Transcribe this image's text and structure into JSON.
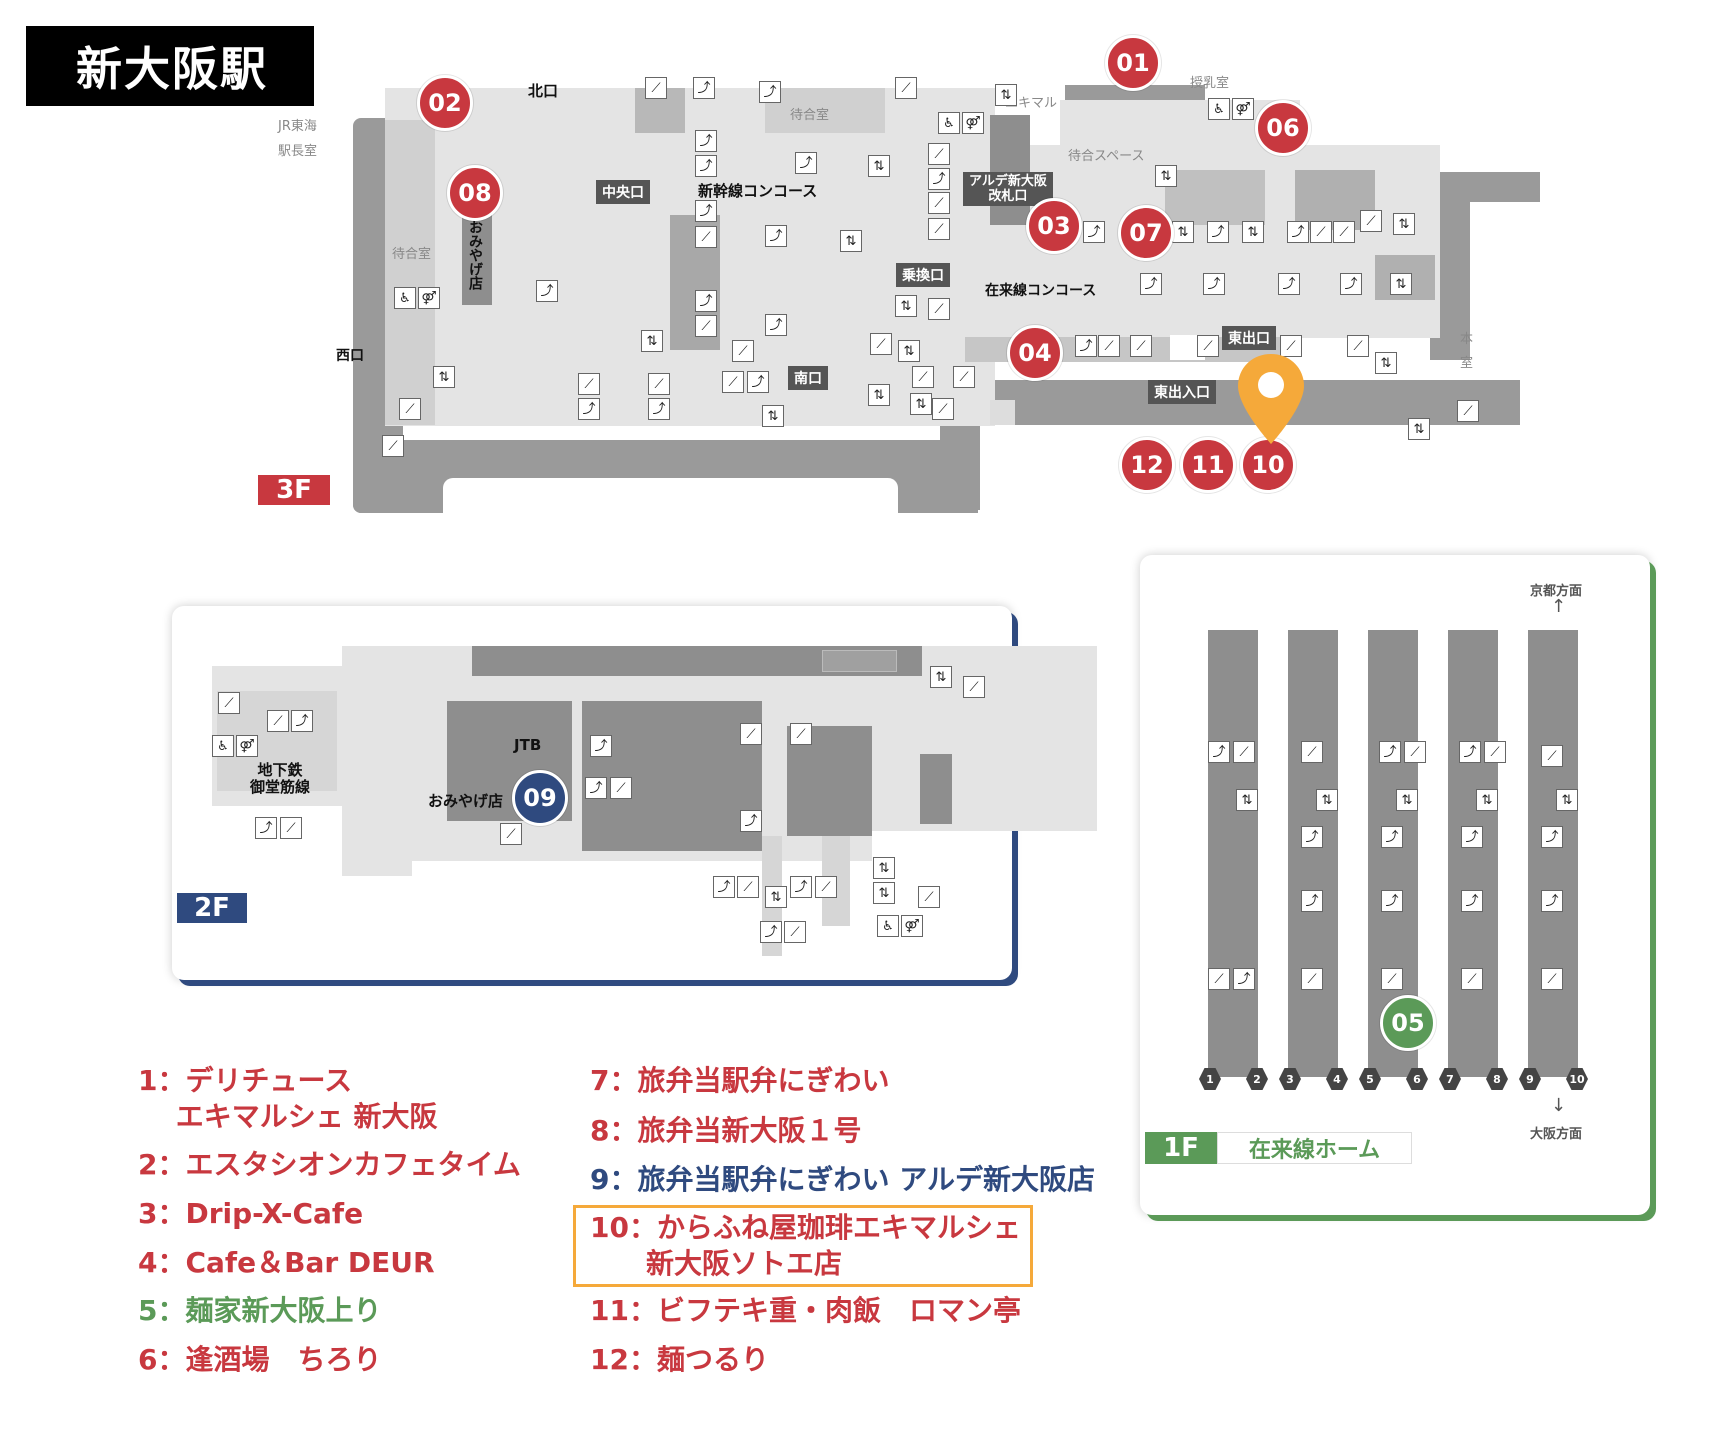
{
  "title": "新大阪駅",
  "floors": {
    "f3": {
      "tag": "3F",
      "labels": {
        "north_exit": "北口",
        "jr_tokai": "JR東海",
        "station_master": "駅長室",
        "west_exit": "西口",
        "waiting_room_left": "待合室",
        "waiting_room_top": "待合室",
        "central_exit": "中央口",
        "shinkansen_concourse": "新幹線コンコース",
        "south_exit": "南口",
        "transfer_gate": "乗換口",
        "arde_gate": "アルデ新大阪\n改札口",
        "ekimaru": "エキマル",
        "nursing_room": "授乳室",
        "waiting_space": "待合スペース",
        "zairai_concourse": "在来線コンコース",
        "east_exit": "東出口",
        "east_entrance": "東出入口",
        "omiyage_vertical": "おみやげ店",
        "right_edge_1": "本",
        "right_edge_2": "室"
      },
      "markers": [
        "01",
        "02",
        "03",
        "04",
        "06",
        "07",
        "08",
        "10",
        "11",
        "12"
      ]
    },
    "f2": {
      "tag": "2F",
      "labels": {
        "subway": "地下鉄\n御堂筋線",
        "jtb": "JTB",
        "omiyage": "おみやげ店"
      },
      "markers": [
        "09"
      ]
    },
    "f1": {
      "tag": "1F",
      "name": "在来線ホーム",
      "to_kyoto": "京都方面",
      "to_osaka": "大阪方面",
      "platforms": [
        "1",
        "2",
        "3",
        "4",
        "5",
        "6",
        "7",
        "8",
        "9",
        "10"
      ],
      "markers": [
        "05"
      ]
    }
  },
  "legend": [
    {
      "text": "1：デリチュース",
      "color": "red"
    },
    {
      "text": "　 エキマルシェ 新大阪",
      "color": "red"
    },
    {
      "text": "2：エスタシオンカフェタイム",
      "color": "red"
    },
    {
      "text": "3：Drip-X-Cafe",
      "color": "red"
    },
    {
      "text": "4：Cafe＆Bar DEUR",
      "color": "red"
    },
    {
      "text": "5：麺家新大阪上り",
      "color": "green"
    },
    {
      "text": "6：逢酒場　ちろり",
      "color": "red"
    },
    {
      "text": "7：旅弁当駅弁にぎわい",
      "color": "red"
    },
    {
      "text": "8：旅弁当新大阪１号",
      "color": "red"
    },
    {
      "text": "9：旅弁当駅弁にぎわい アルデ新大阪店",
      "color": "blue"
    },
    {
      "text": "10：からふね屋珈琲エキマルシェ",
      "color": "red"
    },
    {
      "text": "　　新大阪ソトエ店",
      "color": "red"
    },
    {
      "text": "11：ビフテキ重・肉飯　ロマン亭",
      "color": "red"
    },
    {
      "text": "12：麺つるり",
      "color": "red"
    }
  ],
  "colors": {
    "red": "#c8383f",
    "blue": "#2f4a7f",
    "green": "#5b9a58",
    "orange": "#f5a93a"
  },
  "icons": {
    "stairs": "stairs-icon",
    "escalator": "escalator-icon",
    "elevator": "elevator-icon",
    "accessible": "accessible-icon",
    "restroom": "restroom-icon",
    "pin": "location-pin-icon"
  }
}
